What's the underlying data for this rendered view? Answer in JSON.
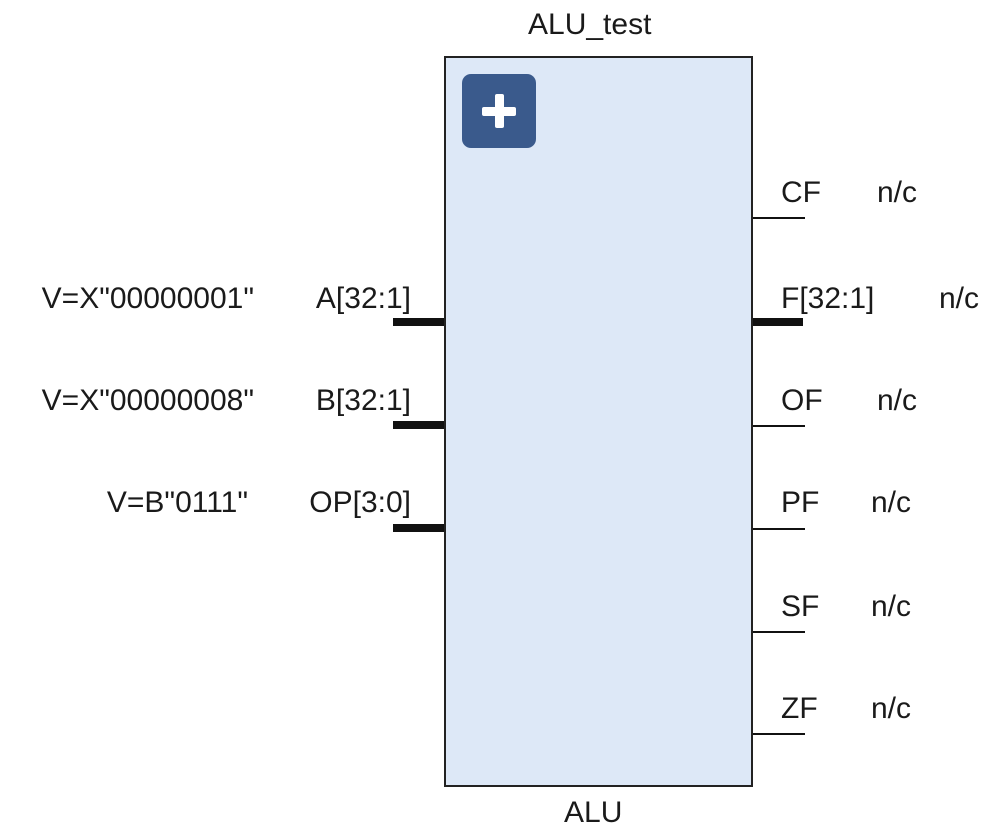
{
  "block": {
    "title": "ALU_test",
    "type_label": "ALU",
    "fill_color": "#dde8f7",
    "expand_icon": "plus-icon"
  },
  "inputs": [
    {
      "port": "A[32:1]",
      "value": "V=X\"00000001\"",
      "kind": "bus"
    },
    {
      "port": "B[32:1]",
      "value": "V=X\"00000008\"",
      "kind": "bus"
    },
    {
      "port": "OP[3:0]",
      "value": "V=B\"0111\"",
      "kind": "bus"
    }
  ],
  "outputs": [
    {
      "port": "CF",
      "conn": "n/c",
      "kind": "wire"
    },
    {
      "port": "F[32:1]",
      "conn": "n/c",
      "kind": "bus"
    },
    {
      "port": "OF",
      "conn": "n/c",
      "kind": "wire"
    },
    {
      "port": "PF",
      "conn": "n/c",
      "kind": "wire"
    },
    {
      "port": "SF",
      "conn": "n/c",
      "kind": "wire"
    },
    {
      "port": "ZF",
      "conn": "n/c",
      "kind": "wire"
    }
  ]
}
